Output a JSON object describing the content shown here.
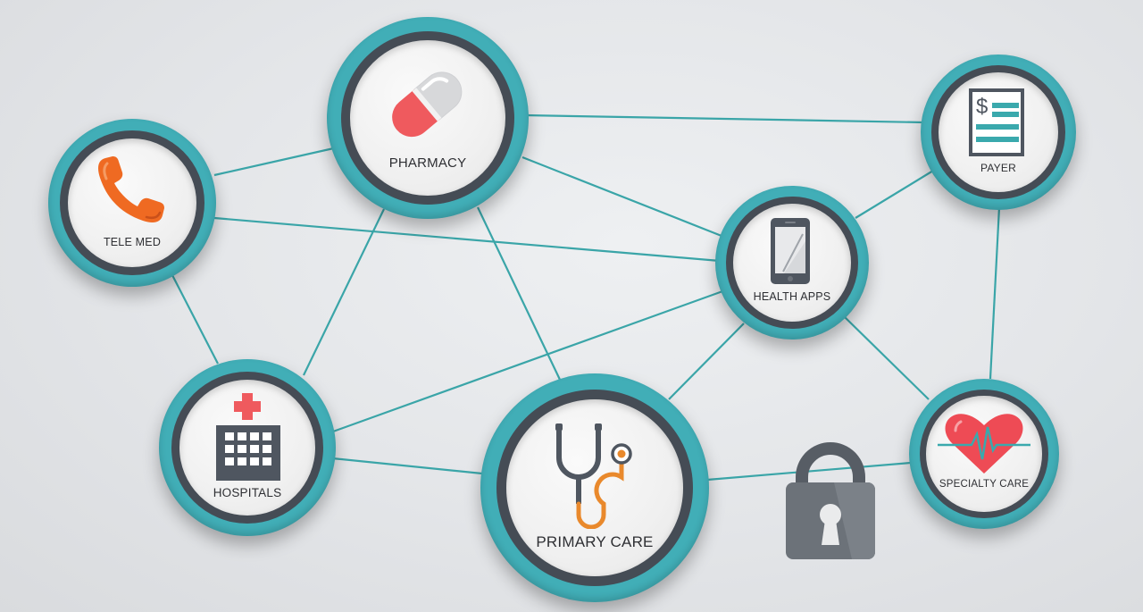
{
  "nodes": {
    "pharmacy": {
      "label": "PHARMACY"
    },
    "telemed": {
      "label": "TELE MED"
    },
    "payer": {
      "label": "PAYER"
    },
    "health_apps": {
      "label": "HEALTH APPS"
    },
    "hospitals": {
      "label": "HOSPITALS"
    },
    "primary_care": {
      "label": "PRIMARY CARE"
    },
    "specialty_care": {
      "label": "SPECIALTY CARE"
    }
  },
  "icons": {
    "pharmacy": "pill-capsule-icon",
    "telemed": "phone-handset-icon",
    "payer": "invoice-dollar-icon",
    "health_apps": "smartphone-icon",
    "hospitals": "hospital-building-icon",
    "primary_care": "stethoscope-icon",
    "specialty_care": "heart-pulse-icon",
    "security": "padlock-icon"
  },
  "colors": {
    "teal_ring": "#41aeb7",
    "dark_ring": "#454c55",
    "connector": "#3aa5a8",
    "pill_red": "#ef5a5e",
    "phone_orange": "#ef6a22",
    "heart_red": "#ee4b55",
    "stethoscope_orange": "#e9892c",
    "icon_dark": "#4f5660",
    "lock_gray": "#6c7279"
  }
}
